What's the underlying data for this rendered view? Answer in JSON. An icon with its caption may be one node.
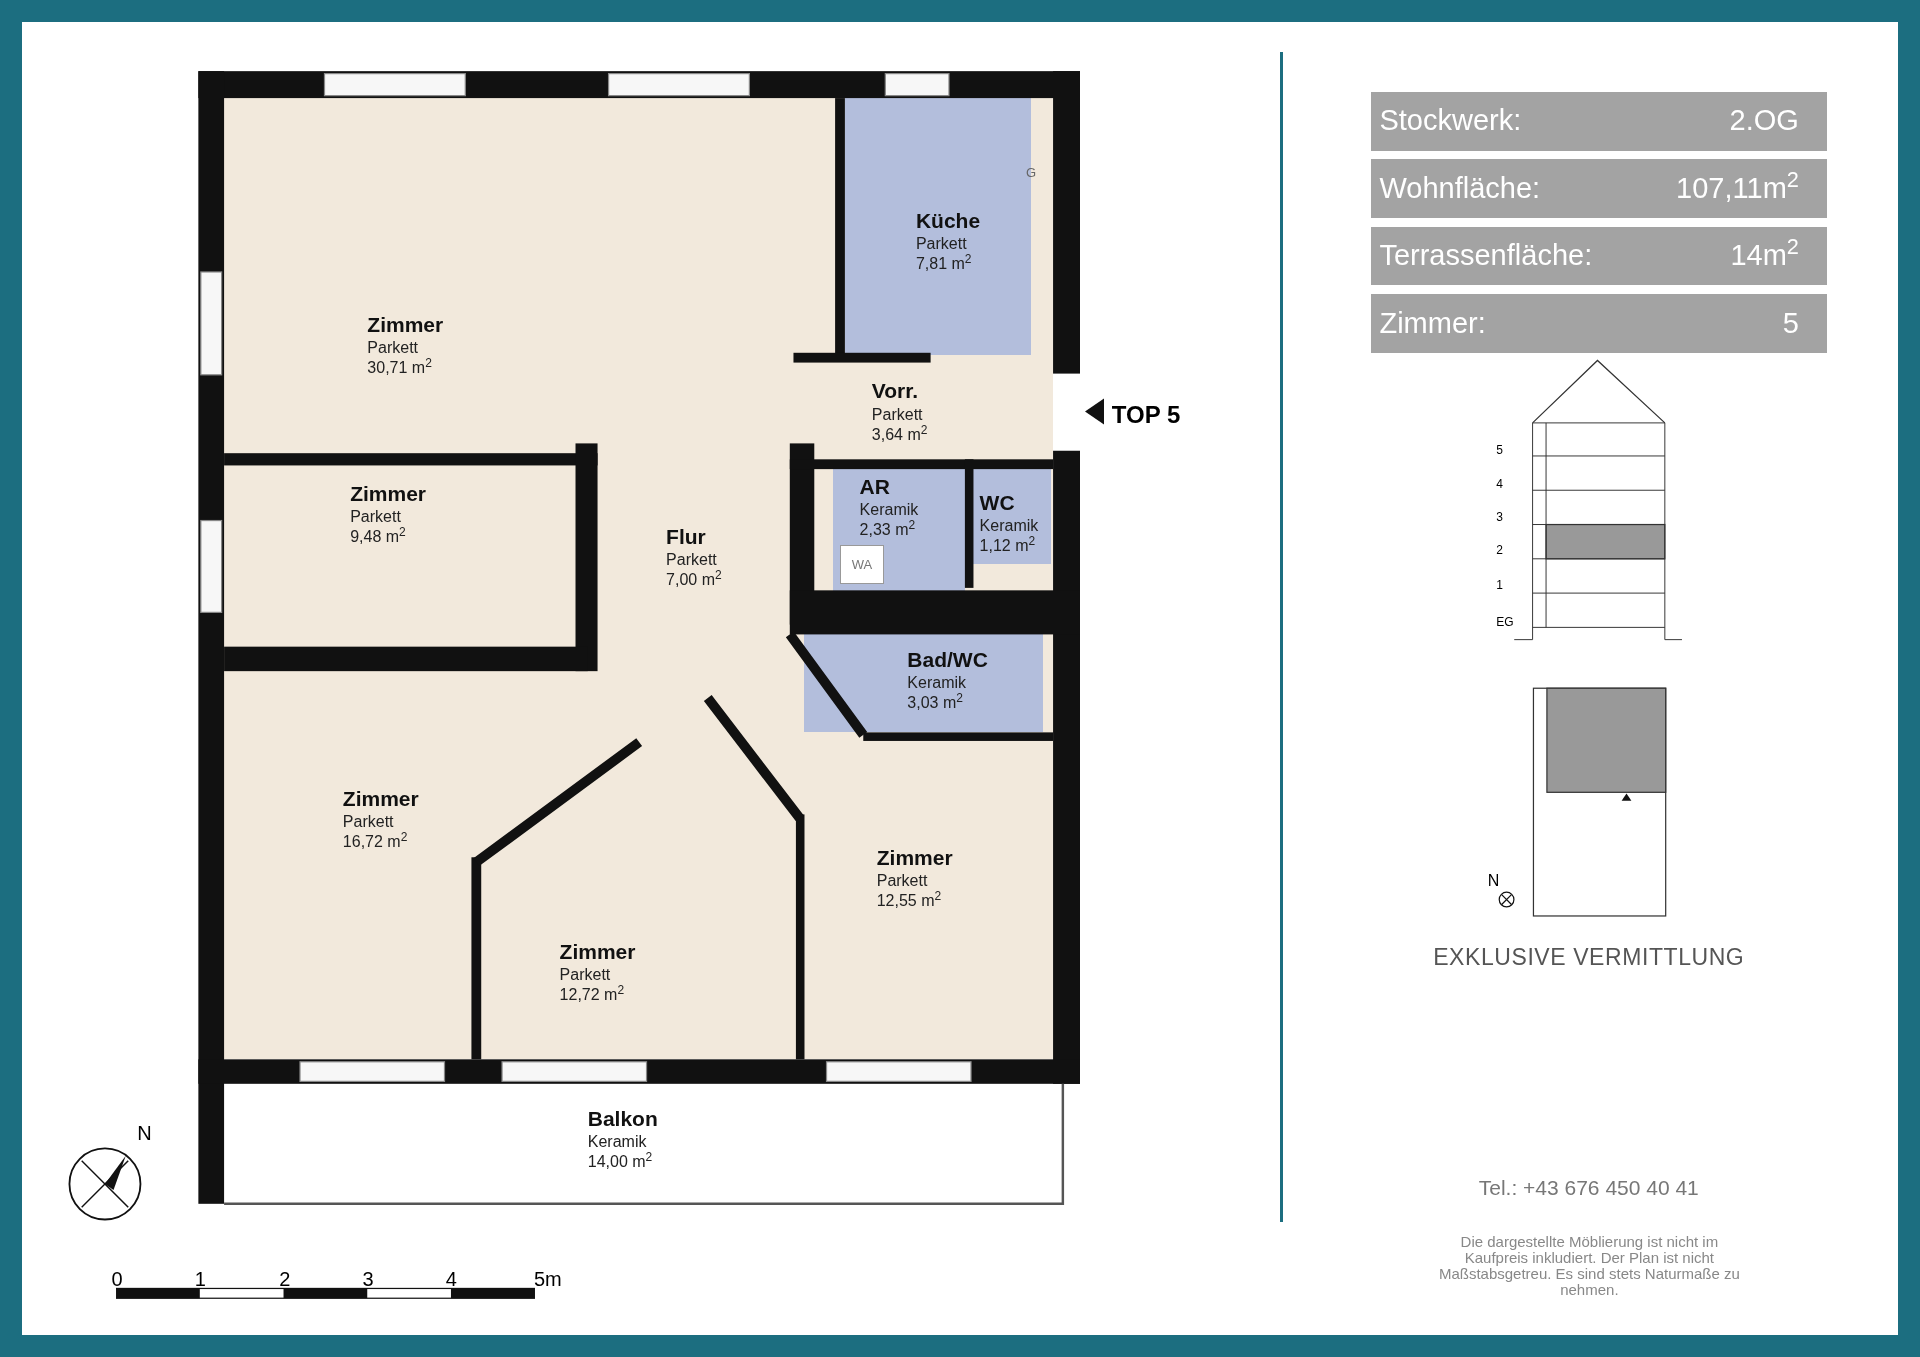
{
  "diagram": {
    "nodes": [
      {
        "text": [
          "Zimmer",
          "Parkett",
          "30,71 m$^{2}$"
        ]
      },
      {
        "text": [
          "Küche",
          "Parkett",
          "7,81 m$^{2}$"
        ]
      },
      {
        "text": [
          "Vorr.",
          "Parkett",
          "3,64 m$^{2}$"
        ]
      },
      {
        "text": [
          "Zimmer",
          "Parkett",
          "9,48 m$^{2}$"
        ]
      },
      {
        "text": [
          "Flur",
          "Parkett",
          "7,00 m$^{2}$"
        ]
      },
      {
        "text": [
          "AR",
          "Keramik",
          "2,33 m$^{2}$"
        ]
      },
      {
        "text": [
          "WC",
          "Keramik",
          "1,12 m$^{2}$"
        ]
      },
      {
        "text": [
          "Bad/WC",
          "Keramik",
          "3,03 m$^{2}$"
        ]
      },
      {
        "text": [
          "Zimmer",
          "Parkett",
          "16,72 m$^{2}$"
        ]
      },
      {
        "text": [
          "Zimmer",
          "Parkett",
          "12,72 m$^{2}$"
        ]
      },
      {
        "text": [
          "Zimmer",
          "Parkett",
          "12,55 m$^{2}$"
        ]
      },
      {
        "text": [
          "Balkon",
          "Keramik",
          "14,00 m$^{2}$"
        ]
      },
      {
        "text": [
          "Stockwerk:",
          "2.OG"
        ]
      },
      {
        "text": [
          "Wohnfläche:",
          "107,11m$^{2}$"
        ]
      },
      {
        "text": [
          "Terrassenfläche:",
          "14m$^{2}$"
        ]
      },
      {
        "text": [
          "Zimmer:",
          "5"
        ]
      },
      {
        "text": [
          "WA"
        ],
        "in": 5
      }
    ],
    "labels": [
      "G",
      "TOP 5",
      "N",
      "0",
      "1",
      "2",
      "3",
      "4",
      "5m",
      "5",
      "4",
      "3",
      "2",
      "1",
      "EG",
      "N",
      "EXKLUSIVE VERMITTLUNG",
      "Tel.: +43 676 450 40 41",
      "Die dargestellte Möblierung ist nicht im Kaufpreis inkludiert. Der Plan ist nicht Maßstabsgetreu. Es sind stets Naturmaße zu nehmen."
    ]
  }
}
